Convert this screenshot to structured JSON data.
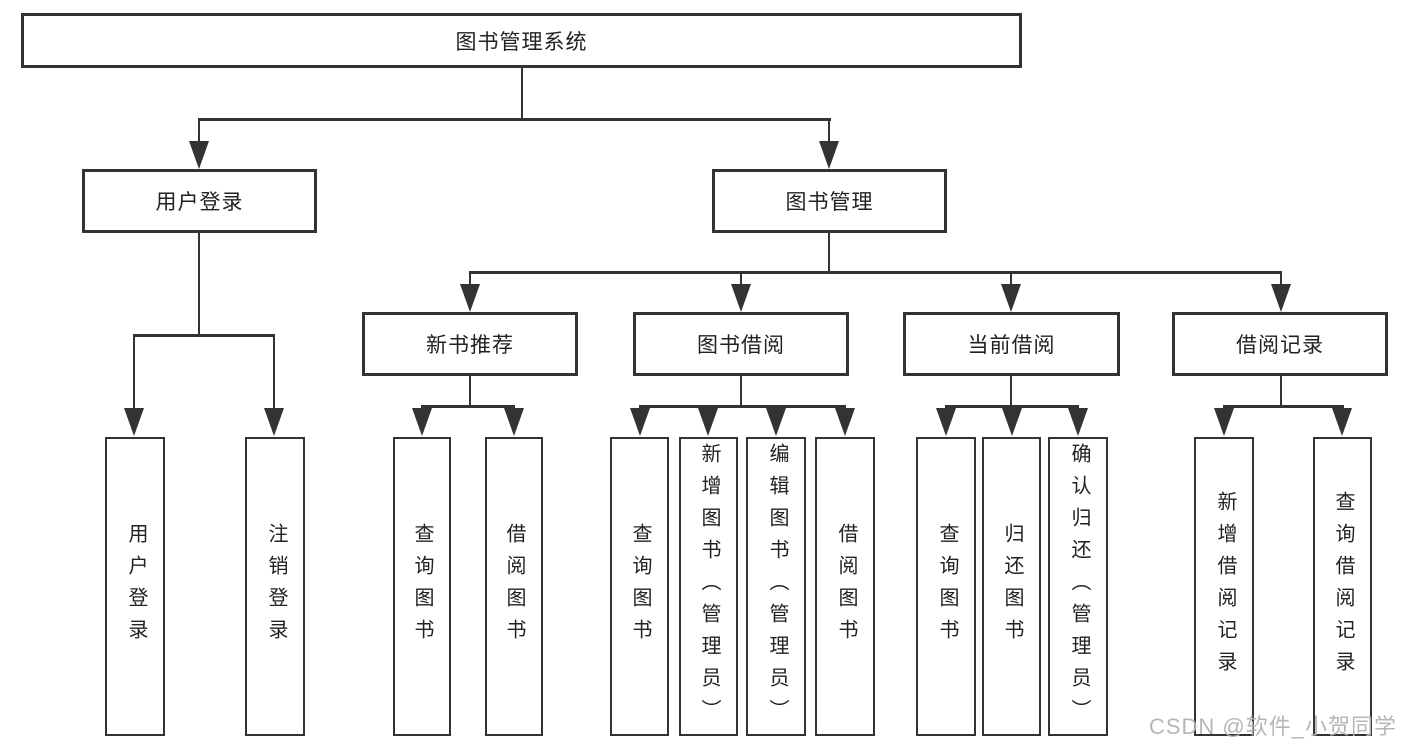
{
  "diagram": {
    "title_note": "library management system function structure diagram",
    "root": {
      "label": "图书管理系统"
    },
    "branches": [
      {
        "label": "用户登录",
        "children": [
          "用户登录",
          "注销登录"
        ]
      },
      {
        "label": "图书管理",
        "sections": [
          {
            "label": "新书推荐",
            "children": [
              "查询图书",
              "借阅图书"
            ]
          },
          {
            "label": "图书借阅",
            "children": [
              "查询图书",
              "新增图书（管理员）",
              "编辑图书（管理员）",
              "借阅图书"
            ]
          },
          {
            "label": "当前借阅",
            "children": [
              "查询图书",
              "归还图书",
              "确认归还（管理员）"
            ]
          },
          {
            "label": "借阅记录",
            "children": [
              "新增借阅记录",
              "查询借阅记录"
            ]
          }
        ]
      }
    ],
    "watermark": "CSDN @软件_小贺同学",
    "colors": {
      "line": "#333333",
      "text": "#222222",
      "background": "#ffffff",
      "watermark": "#b2b2b2"
    }
  }
}
